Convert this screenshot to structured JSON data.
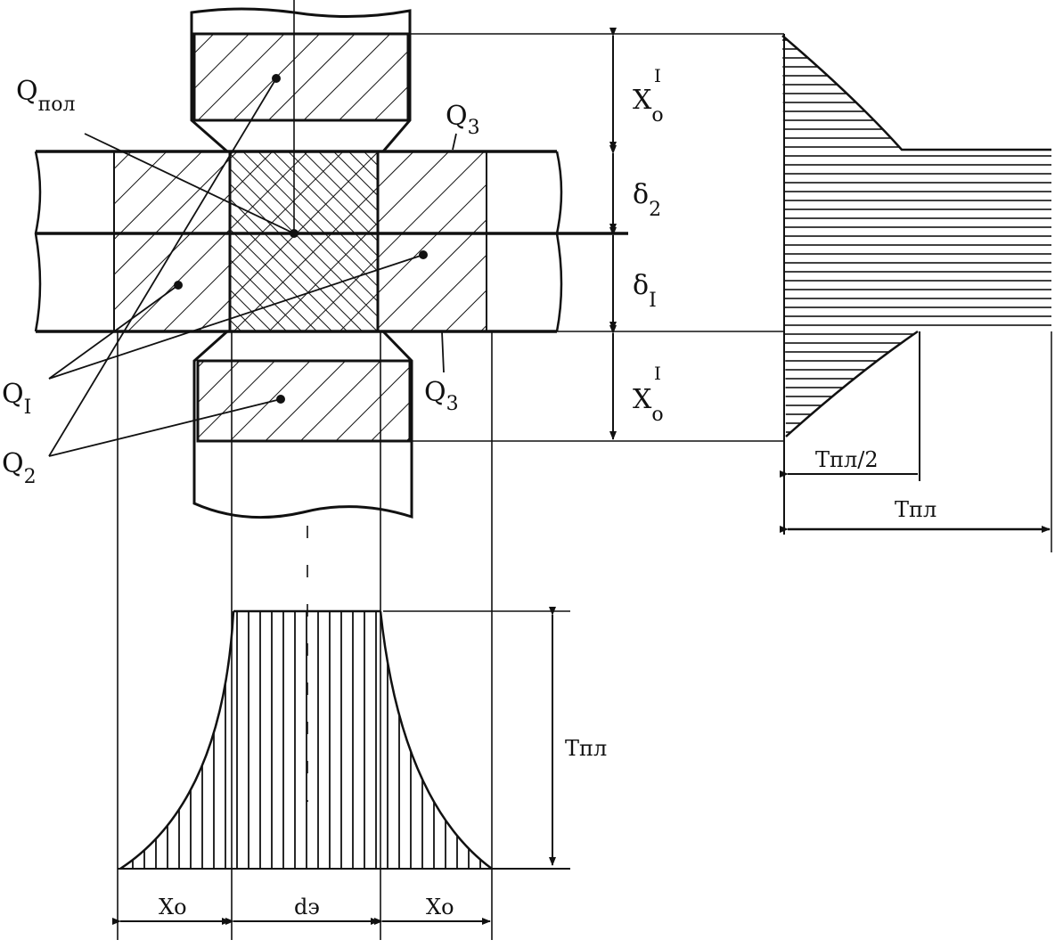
{
  "labels": {
    "q_pol_main": "Q",
    "q_pol_sub": "пол",
    "q3_top_main": "Q",
    "q3_top_sub": "3",
    "q1_main": "Q",
    "q1_sub": "I",
    "q2_main": "Q",
    "q2_sub": "2",
    "q3_bottom_main": "Q",
    "q3_bottom_sub": "3",
    "x0_top_main": "X",
    "x0_top_sub": "o",
    "x0_top_sup": "I",
    "delta2_main": "δ",
    "delta2_sub": "2",
    "delta1_main": "δ",
    "delta1_sub": "I",
    "x0_bottom_main": "X",
    "x0_bottom_sub": "o",
    "x0_bottom_sup": "I",
    "t_pl_half": "Tпл/2",
    "t_pl_right": "Tпл",
    "t_pl_bottom": "Tпл",
    "x0_left": "Xo",
    "d_e": "dэ",
    "x0_right": "Xo"
  },
  "colors": {
    "ink": "#111111",
    "paper": "#ffffff"
  }
}
